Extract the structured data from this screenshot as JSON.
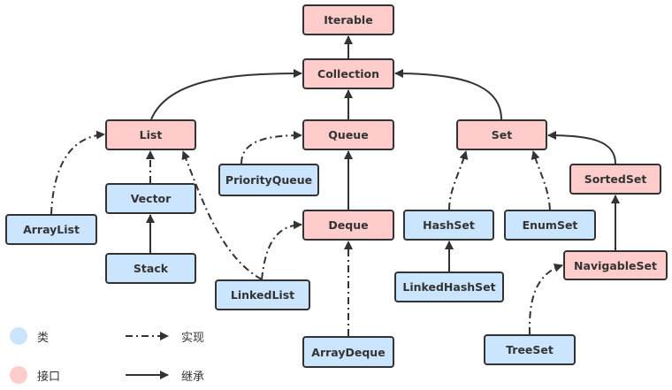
{
  "colors": {
    "class_fill": "#cce5ff",
    "interface_fill": "#ffcccc",
    "stroke": "#333333"
  },
  "nodes": {
    "iterable": {
      "label": "Iterable",
      "kind": "interface"
    },
    "collection": {
      "label": "Collection",
      "kind": "interface"
    },
    "list": {
      "label": "List",
      "kind": "interface"
    },
    "queue": {
      "label": "Queue",
      "kind": "interface"
    },
    "set": {
      "label": "Set",
      "kind": "interface"
    },
    "priorityqueue": {
      "label": "PriorityQueue",
      "kind": "class"
    },
    "vector": {
      "label": "Vector",
      "kind": "class"
    },
    "arraylist": {
      "label": "ArrayList",
      "kind": "class"
    },
    "deque": {
      "label": "Deque",
      "kind": "interface"
    },
    "hashset": {
      "label": "HashSet",
      "kind": "class"
    },
    "enumset": {
      "label": "EnumSet",
      "kind": "class"
    },
    "sortedset": {
      "label": "SortedSet",
      "kind": "interface"
    },
    "stack": {
      "label": "Stack",
      "kind": "class"
    },
    "linkedlist": {
      "label": "LinkedList",
      "kind": "class"
    },
    "linkedhashset": {
      "label": "LinkedHashSet",
      "kind": "class"
    },
    "navigableset": {
      "label": "NavigableSet",
      "kind": "interface"
    },
    "arraydeque": {
      "label": "ArrayDeque",
      "kind": "class"
    },
    "treeset": {
      "label": "TreeSet",
      "kind": "class"
    }
  },
  "edges": [
    {
      "from": "collection",
      "to": "iterable",
      "type": "inherit"
    },
    {
      "from": "list",
      "to": "collection",
      "type": "inherit"
    },
    {
      "from": "queue",
      "to": "collection",
      "type": "inherit"
    },
    {
      "from": "set",
      "to": "collection",
      "type": "inherit"
    },
    {
      "from": "arraylist",
      "to": "list",
      "type": "implement"
    },
    {
      "from": "vector",
      "to": "list",
      "type": "implement"
    },
    {
      "from": "stack",
      "to": "vector",
      "type": "inherit"
    },
    {
      "from": "linkedlist",
      "to": "list",
      "type": "implement"
    },
    {
      "from": "linkedlist",
      "to": "deque",
      "type": "implement"
    },
    {
      "from": "priorityqueue",
      "to": "queue",
      "type": "implement"
    },
    {
      "from": "deque",
      "to": "queue",
      "type": "inherit"
    },
    {
      "from": "arraydeque",
      "to": "deque",
      "type": "implement"
    },
    {
      "from": "hashset",
      "to": "set",
      "type": "implement"
    },
    {
      "from": "linkedhashset",
      "to": "hashset",
      "type": "inherit"
    },
    {
      "from": "enumset",
      "to": "set",
      "type": "implement"
    },
    {
      "from": "sortedset",
      "to": "set",
      "type": "inherit"
    },
    {
      "from": "navigableset",
      "to": "sortedset",
      "type": "inherit"
    },
    {
      "from": "treeset",
      "to": "navigableset",
      "type": "implement"
    }
  ],
  "legend": {
    "class_label": "类",
    "interface_label": "接口",
    "implement_label": "实现",
    "inherit_label": "继承"
  }
}
